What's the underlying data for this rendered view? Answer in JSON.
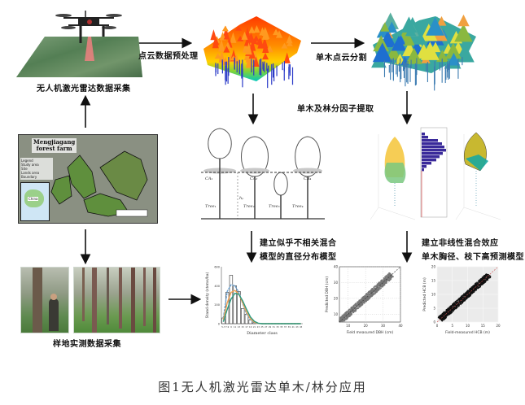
{
  "figure": {
    "caption": "图1无人机激光雷达单木/林分应用",
    "steps": {
      "uav_collection": "无人机激光雷达数据采集",
      "preprocessing": "点云数据预处理",
      "segmentation": "单木点云分割",
      "factor_extraction": "单木及林分因子提取",
      "diameter_model_line1": "建立似乎不相关混合",
      "diameter_model_line2": "模型的直径分布模型",
      "nonlinear_model_line1": "建立非线性混合效应",
      "nonlinear_model_line2": "单木胸径、枝下高预测模型",
      "field_survey": "样地实测数据采集"
    },
    "map": {
      "title_line1": "Mengjiagang",
      "title_line2": "forest farm",
      "legend_title": "Legend",
      "legend_items": [
        "Study area",
        "Site",
        "Lands area",
        "Boundary"
      ],
      "inset_label": "China"
    },
    "tree_schematic": {
      "crown_labels": [
        "CA₁",
        "CA₂",
        "CA₄"
      ],
      "tree_labels": [
        "Tree₁",
        "Tree₂",
        "Tree₃",
        "Tree₄"
      ],
      "height_label": "hₚ"
    },
    "colors": {
      "arrow": "#111111",
      "pointcloud_high": "#ff3b00",
      "pointcloud_mid": "#ffd000",
      "pointcloud_low": "#2030c0",
      "segment_blue": "#1e6fd0",
      "segment_teal": "#3aa8a0",
      "segment_orange": "#f0a040"
    }
  },
  "chart_data": [
    {
      "type": "bar",
      "title": "",
      "xlabel": "Diameter class",
      "ylabel": "Stand density (stems/ha)",
      "categories": [
        "5-7",
        "7-9",
        "9",
        "11",
        "13",
        "15",
        "17",
        "19",
        "21",
        "23",
        "25",
        "27",
        "29",
        "31",
        "33",
        "35",
        "37",
        "39",
        "41",
        "43",
        "45"
      ],
      "values": [
        60,
        330,
        510,
        400,
        340,
        160,
        100,
        40,
        10,
        0,
        0,
        0,
        0,
        0,
        0,
        0,
        0,
        0,
        0,
        0,
        0
      ],
      "ylim": [
        0,
        600
      ],
      "yticks": [
        "0",
        "200",
        "400",
        "600"
      ],
      "series": [
        {
          "name": "fit-blue",
          "values": [
            60,
            340,
            410,
            400,
            330,
            210,
            100,
            40,
            10,
            2,
            0,
            0,
            0,
            0,
            0,
            0,
            0,
            0,
            0,
            0,
            0
          ]
        },
        {
          "name": "fit-orange",
          "values": [
            40,
            220,
            330,
            350,
            310,
            220,
            120,
            50,
            15,
            3,
            0,
            0,
            0,
            0,
            0,
            0,
            0,
            0,
            0,
            0,
            0
          ]
        },
        {
          "name": "fit-green",
          "values": [
            20,
            150,
            260,
            320,
            310,
            240,
            150,
            70,
            25,
            5,
            0,
            0,
            0,
            0,
            0,
            0,
            0,
            0,
            0,
            0,
            0
          ]
        }
      ]
    },
    {
      "type": "scatter",
      "xlabel": "Field measured DBH (cm)",
      "ylabel": "Predicted DBH (cm)",
      "xticks": [
        "10",
        "20",
        "30",
        "40"
      ],
      "yticks": [
        "10",
        "20",
        "30",
        "40"
      ],
      "xlim": [
        5,
        40
      ],
      "ylim": [
        5,
        40
      ],
      "trend": "points cluster along 1:1 line from ~5 to ~35 cm"
    },
    {
      "type": "scatter",
      "xlabel": "Field-measured HCB (m)",
      "ylabel": "Predicted HCB (m)",
      "xticks": [
        "0",
        "5",
        "10",
        "15",
        "20"
      ],
      "yticks": [
        "0",
        "5",
        "10",
        "15",
        "20"
      ],
      "xlim": [
        0,
        20
      ],
      "ylim": [
        0,
        20
      ],
      "trend": "points cluster along 1:1 line from ~1 to ~17 m"
    }
  ]
}
